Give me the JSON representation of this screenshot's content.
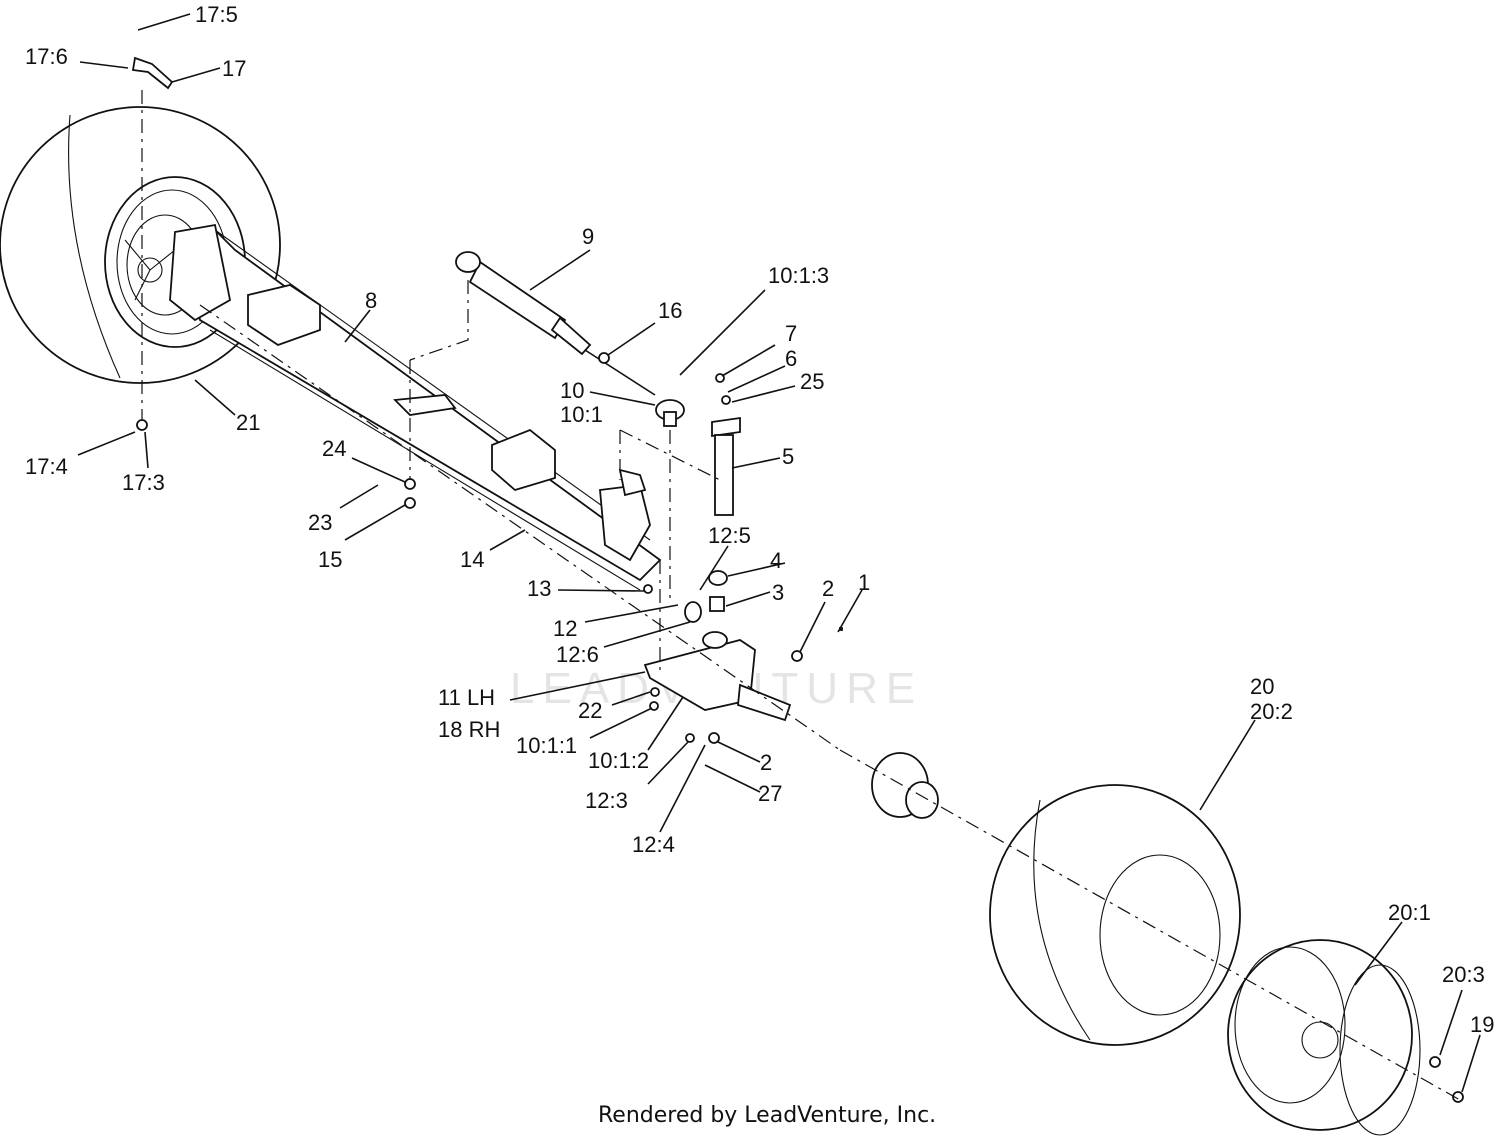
{
  "diagram": {
    "watermark": "LEADVENTURE",
    "footer": "Rendered by LeadVenture, Inc.",
    "callouts": [
      {
        "id": "c-17-5",
        "text": "17:5"
      },
      {
        "id": "c-17-6",
        "text": "17:6"
      },
      {
        "id": "c-17",
        "text": "17"
      },
      {
        "id": "c-9",
        "text": "9"
      },
      {
        "id": "c-10-1-3",
        "text": "10:1:3"
      },
      {
        "id": "c-8",
        "text": "8"
      },
      {
        "id": "c-16",
        "text": "16"
      },
      {
        "id": "c-7",
        "text": "7"
      },
      {
        "id": "c-6",
        "text": "6"
      },
      {
        "id": "c-25",
        "text": "25"
      },
      {
        "id": "c-10",
        "text": "10"
      },
      {
        "id": "c-10-1",
        "text": "10:1"
      },
      {
        "id": "c-21",
        "text": "21"
      },
      {
        "id": "c-5",
        "text": "5"
      },
      {
        "id": "c-24",
        "text": "24"
      },
      {
        "id": "c-17-4",
        "text": "17:4"
      },
      {
        "id": "c-17-3",
        "text": "17:3"
      },
      {
        "id": "c-23",
        "text": "23"
      },
      {
        "id": "c-15",
        "text": "15"
      },
      {
        "id": "c-14",
        "text": "14"
      },
      {
        "id": "c-12-5",
        "text": "12:5"
      },
      {
        "id": "c-4",
        "text": "4"
      },
      {
        "id": "c-13",
        "text": "13"
      },
      {
        "id": "c-3",
        "text": "3"
      },
      {
        "id": "c-2a",
        "text": "2"
      },
      {
        "id": "c-1",
        "text": "1"
      },
      {
        "id": "c-12",
        "text": "12"
      },
      {
        "id": "c-12-6",
        "text": "12:6"
      },
      {
        "id": "c-20",
        "text": "20"
      },
      {
        "id": "c-20-2",
        "text": "20:2"
      },
      {
        "id": "c-11lh",
        "text": "11 LH"
      },
      {
        "id": "c-22",
        "text": "22"
      },
      {
        "id": "c-18rh",
        "text": "18 RH"
      },
      {
        "id": "c-10-1-1",
        "text": "10:1:1"
      },
      {
        "id": "c-10-1-2",
        "text": "10:1:2"
      },
      {
        "id": "c-2b",
        "text": "2"
      },
      {
        "id": "c-27",
        "text": "27"
      },
      {
        "id": "c-12-3",
        "text": "12:3"
      },
      {
        "id": "c-12-4",
        "text": "12:4"
      },
      {
        "id": "c-20-1",
        "text": "20:1"
      },
      {
        "id": "c-20-3",
        "text": "20:3"
      },
      {
        "id": "c-19",
        "text": "19"
      }
    ]
  }
}
